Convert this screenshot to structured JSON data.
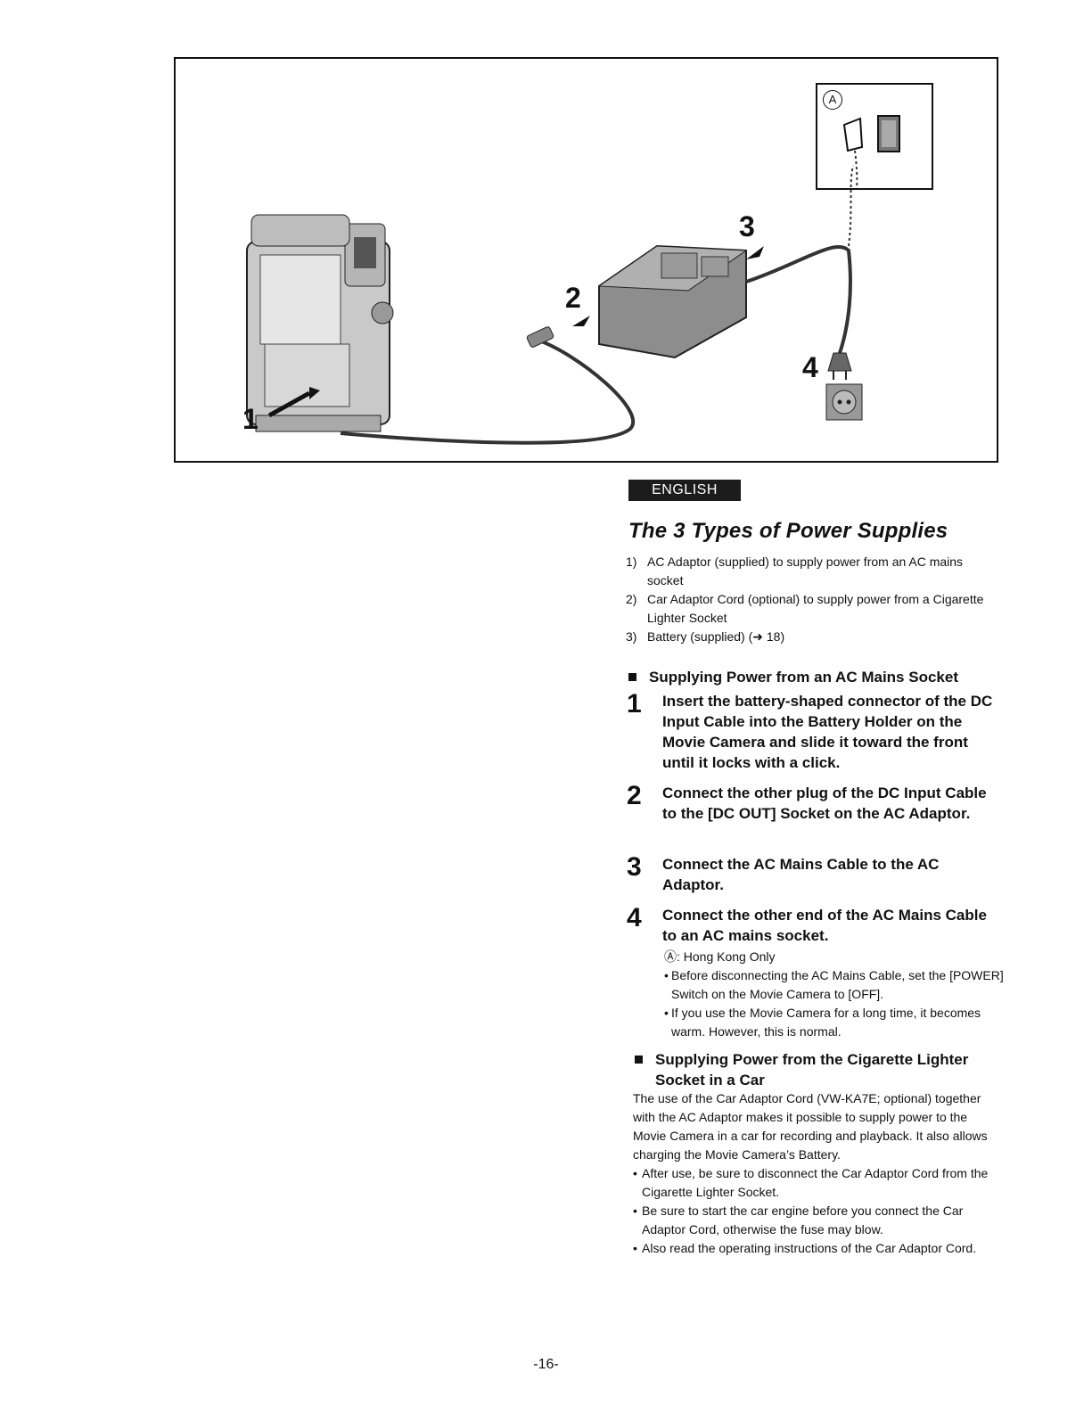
{
  "figure": {
    "callouts": [
      "1",
      "2",
      "3",
      "4"
    ],
    "inset_label": "A"
  },
  "language_tab": "ENGLISH",
  "title": "The 3 Types of Power Supplies",
  "types": [
    {
      "num": "1)",
      "text": "AC Adaptor (supplied) to supply power from an AC mains socket"
    },
    {
      "num": "2)",
      "text": "Car Adaptor Cord (optional) to supply power from a Cigarette Lighter Socket"
    },
    {
      "num": "3)",
      "text": "Battery (supplied) (➜ 18)"
    }
  ],
  "section_ac": {
    "heading": "Supplying Power from an AC Mains Socket",
    "steps": [
      {
        "num": "1",
        "text": "Insert the battery-shaped connector of the DC Input Cable into the Battery Holder on the Movie Camera and slide it toward the front until it locks with a click."
      },
      {
        "num": "2",
        "text": "Connect the other plug of the DC Input Cable to the [DC OUT] Socket on the AC Adaptor."
      },
      {
        "num": "3",
        "text": "Connect the AC Mains Cable to the AC Adaptor."
      },
      {
        "num": "4",
        "text": "Connect the other end of the AC Mains Cable to an AC mains socket."
      }
    ],
    "note_a": "Ⓐ: Hong Kong Only",
    "bullets": [
      "Before disconnecting the AC Mains Cable, set the [POWER] Switch on the Movie Camera to [OFF].",
      "If you use the Movie Camera for a long time, it becomes warm. However, this is normal."
    ]
  },
  "section_car": {
    "heading": "Supplying Power from the Cigarette Lighter Socket in a Car",
    "paragraph": "The use of the Car Adaptor Cord (VW-KA7E; optional) together with the AC Adaptor makes it possible to supply power to the Movie Camera in a car for recording and playback. It also allows charging the Movie Camera’s Battery.",
    "bullets": [
      "After use, be sure to disconnect the Car Adaptor Cord from the Cigarette Lighter Socket.",
      "Be sure to start the car engine before you connect the Car Adaptor Cord, otherwise the fuse may blow.",
      "Also read the operating instructions of the Car Adaptor Cord."
    ]
  },
  "page_number": "-16-"
}
